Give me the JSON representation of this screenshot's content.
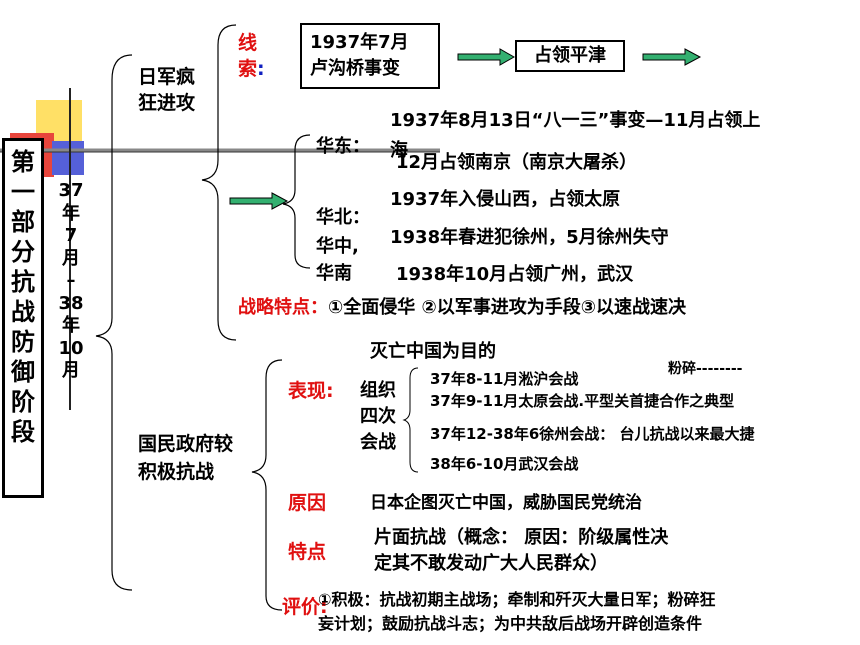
{
  "colors": {
    "accent_red": "#e01010",
    "accent_blue": "#1020c0",
    "arrow_green": "#33b070",
    "deco_yellow": "#ffe066",
    "deco_red": "#e8453c",
    "deco_blue": "#5560d8"
  },
  "left_title": [
    "第",
    "一",
    "部",
    "分",
    "抗",
    "战",
    "防",
    "御",
    "阶",
    "段"
  ],
  "period_chars": [
    "37",
    "年",
    "7",
    "月",
    "–",
    "38",
    "年",
    "10",
    "月"
  ],
  "branch1": {
    "title_line1": "日军疯",
    "title_line2": "狂进攻",
    "clue_label_line1": "线",
    "clue_label_line2": "索",
    "clue_colon": ":",
    "event_line1": "1937年7月",
    "event_line2": "卢沟桥事变",
    "next_event": "占领平津",
    "east_label": "华东：",
    "east_line1": "1937年8月13日“八一三”事变—11月占领上",
    "east_line2": "海",
    "east_line3": "12月占领南京（南京大屠杀）",
    "north_label": "华北：",
    "north_text": "1937年入侵山西，占领太原",
    "central_label_line1": "华中,",
    "central_label_line2": "华南",
    "central_text1": "1938年春进犯徐州，5月徐州失守",
    "central_text2": "1938年10月占领广州，武汉",
    "strategy_label": "战略特点：",
    "strategy_text": "①全面侵华 ②以军事进攻为手段③以速战速决",
    "strategy_cont": "灭亡中国为目的"
  },
  "branch2": {
    "title_line1": "国民政府较",
    "title_line2": "积极抗战",
    "perf_label": "表现:",
    "org_label": [
      "组织",
      "四次",
      "会战"
    ],
    "battles": [
      "37年8-11月淞沪会战",
      "37年9-11月太原会战.平型关首捷合作之典型",
      "37年12-38年6徐州会战： 台儿抗战以来最大捷",
      "38年6-10月武汉会战"
    ],
    "smash_note": "粉碎--------",
    "reason_label": "原因",
    "reason_text": "日本企图灭亡中国，威胁国民党统治",
    "feature_label": "特点",
    "feature_line1": "片面抗战（概念： 原因：阶级属性决",
    "feature_line2": "定其不敢发动广大人民群众）",
    "eval_label": "评价:",
    "eval_line1": "①积极：抗战初期主战场；牵制和歼灭大量日军；粉碎狂",
    "eval_line2": "妄计划；鼓励抗战斗志；为中共敌后战场开辟创造条件"
  }
}
